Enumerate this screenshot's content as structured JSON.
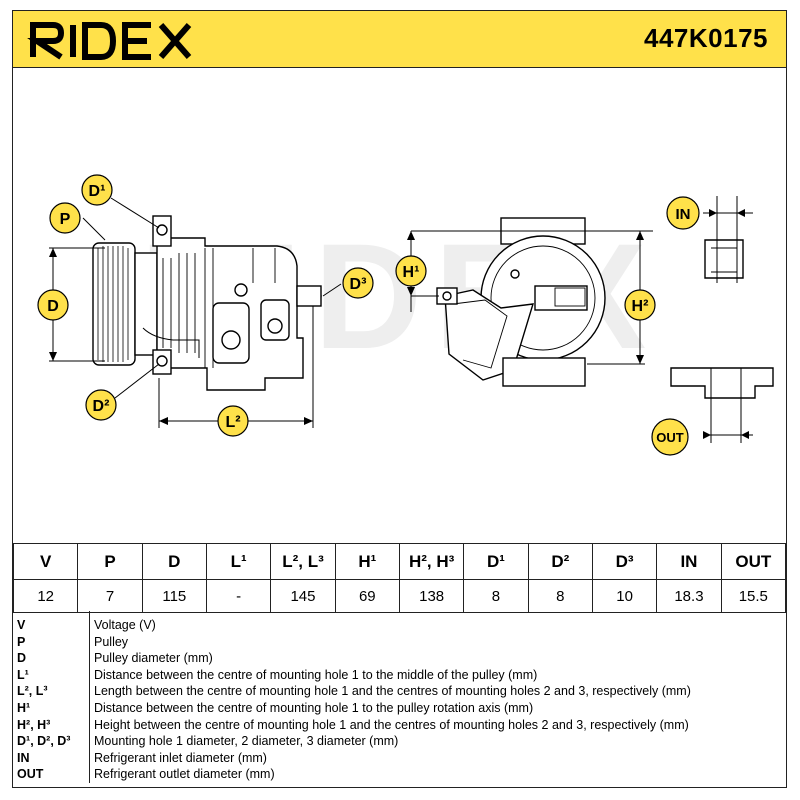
{
  "brand": {
    "logo_text": "RIDEX",
    "accent_color": "#FFE14A",
    "part_number": "447K0175"
  },
  "drawing": {
    "watermark": "RIDEX",
    "labels": {
      "d1": "D¹",
      "p": "P",
      "d": "D",
      "d2": "D²",
      "l2": "L²",
      "d3": "D³",
      "h1": "H¹",
      "h2": "H²",
      "in": "IN",
      "out": "OUT"
    }
  },
  "specs": {
    "headers": [
      "V",
      "P",
      "D",
      "L¹",
      "L², L³",
      "H¹",
      "H², H³",
      "D¹",
      "D²",
      "D³",
      "IN",
      "OUT"
    ],
    "values": [
      "12",
      "7",
      "115",
      "-",
      "145",
      "69",
      "138",
      "8",
      "8",
      "10",
      "18.3",
      "15.5"
    ]
  },
  "legend": [
    {
      "abbr": "V",
      "text": "Voltage (V)"
    },
    {
      "abbr": "P",
      "text": "Pulley"
    },
    {
      "abbr": "D",
      "text": "Pulley diameter (mm)"
    },
    {
      "abbr": "L¹",
      "text": "Distance between the centre of mounting hole 1 to the middle of the pulley (mm)"
    },
    {
      "abbr": "L², L³",
      "text": "Length between the centre of mounting hole 1 and the centres of mounting holes 2 and 3, respectively (mm)"
    },
    {
      "abbr": "H¹",
      "text": "Distance between the centre of mounting hole 1 to the pulley rotation axis (mm)"
    },
    {
      "abbr": "H², H³",
      "text": "Height between the centre of mounting hole 1 and the centres of mounting holes 2 and 3, respectively (mm)"
    },
    {
      "abbr": "D¹, D², D³",
      "text": "Mounting hole 1 diameter, 2 diameter, 3 diameter (mm)"
    },
    {
      "abbr": "IN",
      "text": "Refrigerant inlet diameter (mm)"
    },
    {
      "abbr": "OUT",
      "text": "Refrigerant outlet diameter (mm)"
    }
  ]
}
